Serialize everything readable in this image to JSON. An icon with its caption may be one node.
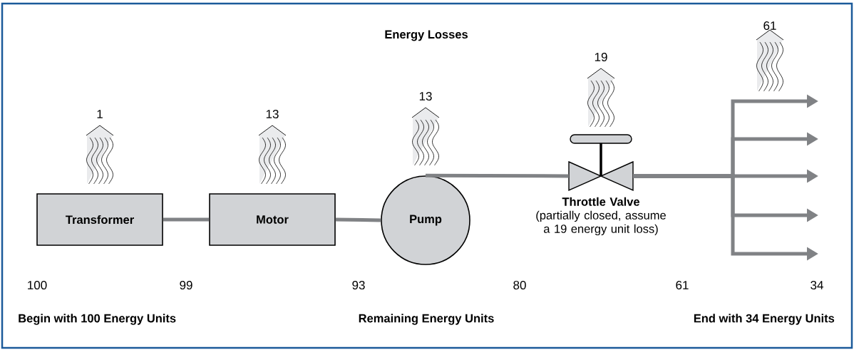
{
  "diagram": {
    "nodes": [
      {
        "text": [
          "Transformer"
        ]
      },
      {
        "text": [
          "Motor"
        ]
      },
      {
        "text": [
          "Pump"
        ]
      },
      {
        "text": [
          "Throttle Valve",
          "(partially closed, assume a 19 energy unit loss)"
        ]
      }
    ],
    "edges": [
      {
        "from": 0,
        "to": 1,
        "arrow": "none"
      },
      {
        "from": 1,
        "to": 2,
        "arrow": "none"
      },
      {
        "from": 2,
        "to": 3,
        "arrow": "none"
      },
      {
        "from": 3,
        "to": null,
        "arrow": "to"
      },
      {
        "from": 3,
        "to": null,
        "arrow": "to"
      },
      {
        "from": 3,
        "to": null,
        "arrow": "to"
      },
      {
        "from": 3,
        "to": null,
        "arrow": "to"
      },
      {
        "from": 3,
        "to": null,
        "arrow": "to"
      }
    ],
    "labels": [
      "Energy Losses",
      "61",
      "19",
      "13",
      "1",
      "13",
      "100",
      "99",
      "93",
      "80",
      "61",
      "34",
      "Begin with 100 Energy Units",
      "Remaining Energy Units",
      "End with 34 Energy Units"
    ]
  }
}
